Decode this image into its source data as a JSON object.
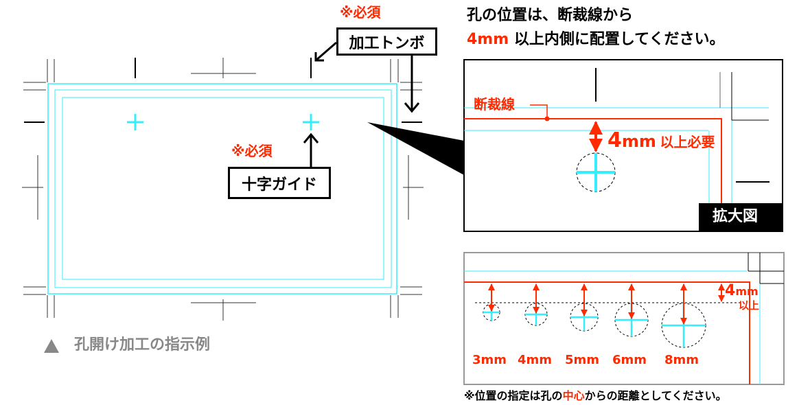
{
  "left_diagram": {
    "required_label_1": "※必須",
    "trim_marks_label": "加工トンボ",
    "required_label_2": "※必須",
    "cross_guide_label": "十字ガイド",
    "caption_icon": "▲",
    "caption": "孔開け加工の指示例"
  },
  "heading": {
    "line1": "孔の位置は、断裁線から",
    "line2_highlight": "4mm",
    "line2_rest": " 以上内側に配置してください。"
  },
  "zoom_panel": {
    "cut_line_label": "断裁線",
    "distance_number": "4",
    "distance_unit": "mm",
    "distance_text": "以上必要",
    "badge": "拡大図"
  },
  "sizes_panel": {
    "min_number": "4",
    "min_unit": "mm",
    "min_text": "以上",
    "hole_sizes": [
      "3mm",
      "4mm",
      "5mm",
      "6mm",
      "8mm"
    ],
    "footnote_pre": "※位置の指定は孔の",
    "footnote_highlight": "中心",
    "footnote_post": "からの距離としてください。"
  },
  "colors": {
    "accent_red": "#ff2a00",
    "guide_cyan": "#33eeff",
    "caption_gray": "#888888"
  }
}
